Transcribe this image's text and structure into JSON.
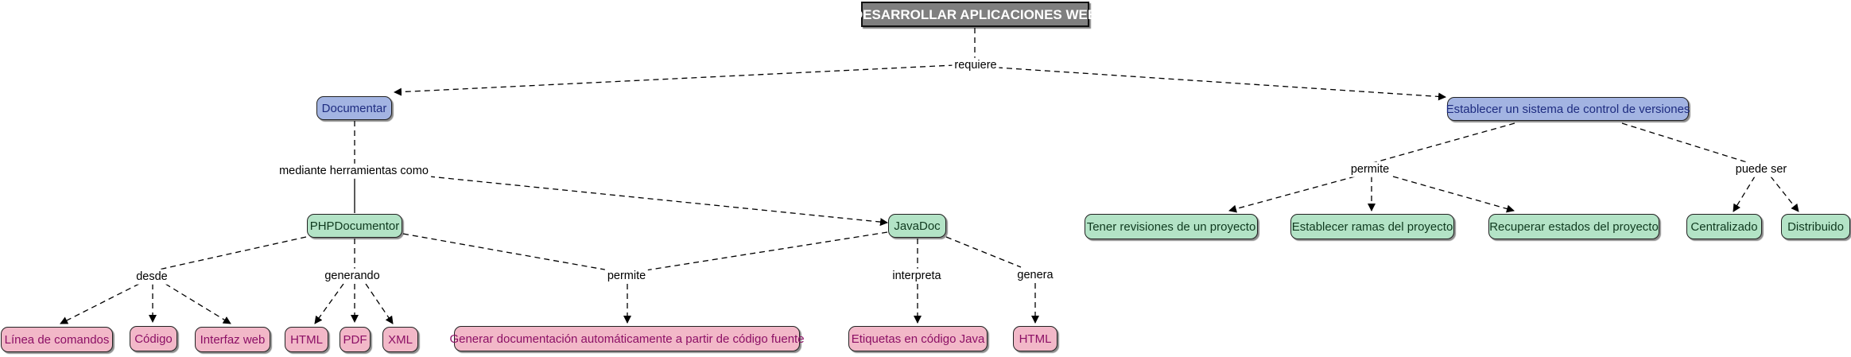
{
  "root": {
    "label": "DESARROLLAR APLICACIONES WEB"
  },
  "links": {
    "requiere": "requiere",
    "mediante": "mediante herramientas como",
    "desde": "desde",
    "generando": "generando",
    "permite_doc": "permite",
    "interpreta": "interpreta",
    "genera": "genera",
    "permite_vcs": "permite",
    "puede_ser": "puede ser"
  },
  "nodes": {
    "documentar": "Documentar",
    "vcs": "Establecer un sistema de control de versiones",
    "phpdoc": "PHPDocumentor",
    "javadoc": "JavaDoc",
    "linea": "Línea de comandos",
    "codigo": "Código",
    "interfaz": "Interfaz web",
    "html1": "HTML",
    "pdf": "PDF",
    "xml": "XML",
    "generar": "Generar documentación automáticamente a partir de código fuente",
    "etiquetas": "Etiquetas en código Java",
    "html2": "HTML",
    "revisiones": "Tener revisiones de un proyecto",
    "ramas": "Establecer ramas del proyecto",
    "recuperar": "Recuperar estados del proyecto",
    "centralizado": "Centralizado",
    "distribuido": "Distribuido"
  },
  "colors": {
    "root": "#7f7f7f",
    "concept_primary": "#a3b4e2",
    "concept_tool": "#b3e3c6",
    "concept_leaf": "#f2b8c8",
    "leaf_text": "#8c0f65"
  }
}
